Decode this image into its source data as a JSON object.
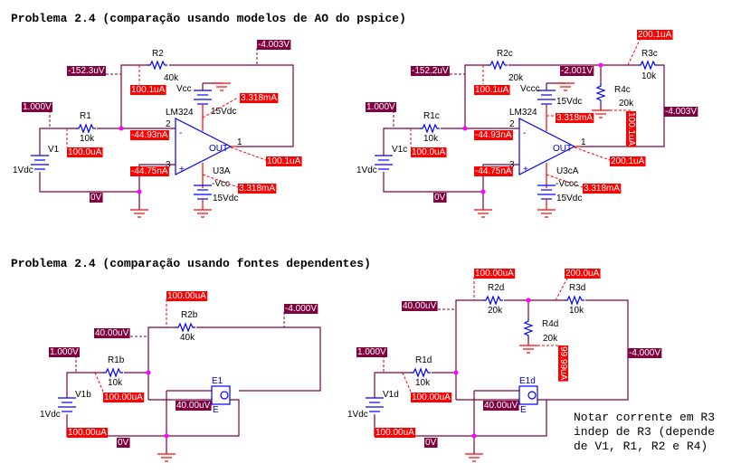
{
  "colors": {
    "wire": "#800040",
    "voltage_label": "#800040",
    "current_label": "#ff0000",
    "component": "#0000ff",
    "node": "#ff00ff"
  },
  "titles": {
    "top": "Problema 2.4 (comparação usando modelos de AO do pspice)",
    "bottom": "Problema 2.4 (comparação usando fontes dependentes)"
  },
  "note": [
    "Notar corrente em R3",
    "indep de R3 (depende",
    "de V1, R1, R2 e R4)"
  ],
  "circuit_a": {
    "parts": {
      "r1": "R1",
      "r1_val": "10k",
      "r2": "R2",
      "r2_val": "40k",
      "v1": "V1",
      "v1_val": "1Vdc",
      "opamp": "LM324",
      "opamp_ref": "U3A",
      "vcc": "Vcc",
      "vee": "-Vcc",
      "vcc_val": "15Vdc",
      "vee_val": "15Vdc",
      "pin_inv": "2",
      "pin_non": "3",
      "pin_out": "1",
      "out": "OUT",
      "minus": "-",
      "plus": "+"
    },
    "voltages": {
      "v_in": "1.000V",
      "v_inv": "-152.3uV",
      "v_out": "-4.003V",
      "v_gnd": "0V"
    },
    "currents": {
      "i_r1": "100.0uA",
      "i_r2": "100.1uA",
      "i_inv": "-44.93nA",
      "i_non": "-44.75nA",
      "i_out": "100.1uA",
      "i_vcc": "3.318mA",
      "i_vee": "3.318mA"
    }
  },
  "circuit_c": {
    "parts": {
      "r1": "R1c",
      "r1_val": "10k",
      "r2": "R2c",
      "r2_val": "20k",
      "r3": "R3c",
      "r3_val": "10k",
      "r4": "R4c",
      "r4_val": "20k",
      "v1": "V1c",
      "v1_val": "1Vdc",
      "opamp": "LM324",
      "opamp_ref": "U3cA",
      "vcc": "Vccc",
      "vee": "-Vccc",
      "vcc_val": "15Vdc",
      "vee_val": "15Vdc",
      "pin_inv": "2",
      "pin_non": "3",
      "pin_out": "1",
      "out": "OUT",
      "minus": "-",
      "plus": "+"
    },
    "voltages": {
      "v_in": "1.000V",
      "v_inv": "-152.2uV",
      "v_mid": "-2.001V",
      "v_out": "-4.003V",
      "v_gnd": "0V"
    },
    "currents": {
      "i_r1": "100.0uA",
      "i_r2": "100.1uA",
      "i_r3": "200.1uA",
      "i_r4": "100.1uA",
      "i_inv": "-44.93nA",
      "i_non": "-44.75nA",
      "i_out": "200.1uA",
      "i_vcc": "3.318mA",
      "i_vee": "3.318mA"
    }
  },
  "circuit_b": {
    "parts": {
      "r1": "R1b",
      "r1_val": "10k",
      "r2": "R2b",
      "r2_val": "40k",
      "v1": "V1b",
      "v1_val": "1Vdc",
      "e": "E1",
      "e_sub": "E"
    },
    "voltages": {
      "v_in": "1.000V",
      "v_inv": "40.00uV",
      "v_inv2": "40.00uV",
      "v_out": "-4.000V",
      "v_gnd": "0V"
    },
    "currents": {
      "i_r1": "100.00uA",
      "i_r2": "100.00uA",
      "i_v1": "100.00uA"
    }
  },
  "circuit_d": {
    "parts": {
      "r1": "R1d",
      "r1_val": "10k",
      "r2": "R2d",
      "r2_val": "20k",
      "r3": "R3d",
      "r3_val": "10k",
      "r4": "R4d",
      "r4_val": "20k",
      "v1": "V1d",
      "v1_val": "1Vdc",
      "e": "E1d",
      "e_sub": "E"
    },
    "voltages": {
      "v_in": "1.000V",
      "v_inv": "40.00uV",
      "v_inv2": "40.00uV",
      "v_out": "-4.000V",
      "v_gnd": "0V"
    },
    "currents": {
      "i_r1": "100.00uA",
      "i_r2": "100.00uA",
      "i_r3": "200.0uA",
      "i_r4": "99.99uA",
      "i_v1": "100.00uA"
    }
  }
}
